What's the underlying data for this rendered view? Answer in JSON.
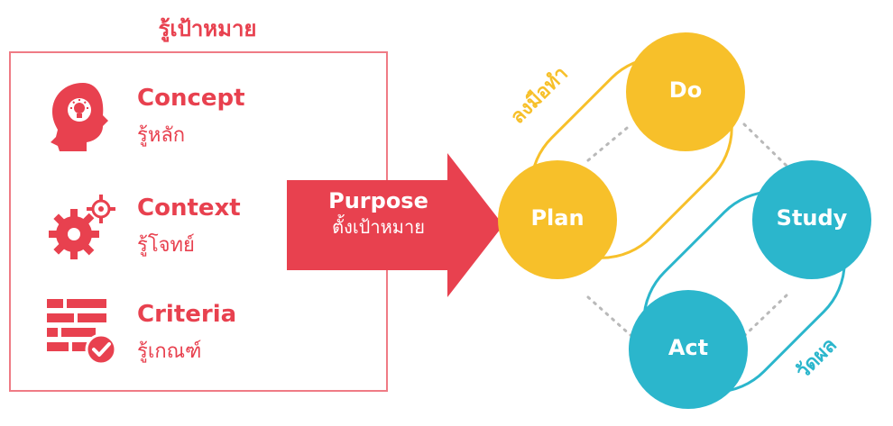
{
  "title": "รู้เป้าหมาย",
  "items": [
    {
      "name": "Concept",
      "thai": "รู้หลัก",
      "icon": "head-lightbulb-icon"
    },
    {
      "name": "Context",
      "thai": "รู้โจทย์",
      "icon": "gears-icon"
    },
    {
      "name": "Criteria",
      "thai": "รู้เกณฑ์",
      "icon": "checklist-icon"
    }
  ],
  "arrow": {
    "label_en": "Purpose",
    "label_th": "ตั้งเป้าหมาย"
  },
  "cycle": {
    "plan": "Plan",
    "do": "Do",
    "study": "Study",
    "act": "Act",
    "plan_do_label": "ลงมือทำ",
    "study_act_label": "วัดผล"
  },
  "colors": {
    "red": "#e8414f",
    "yellow": "#f7c02a",
    "teal": "#2bb6cc",
    "dotted": "#b9b9b9"
  }
}
